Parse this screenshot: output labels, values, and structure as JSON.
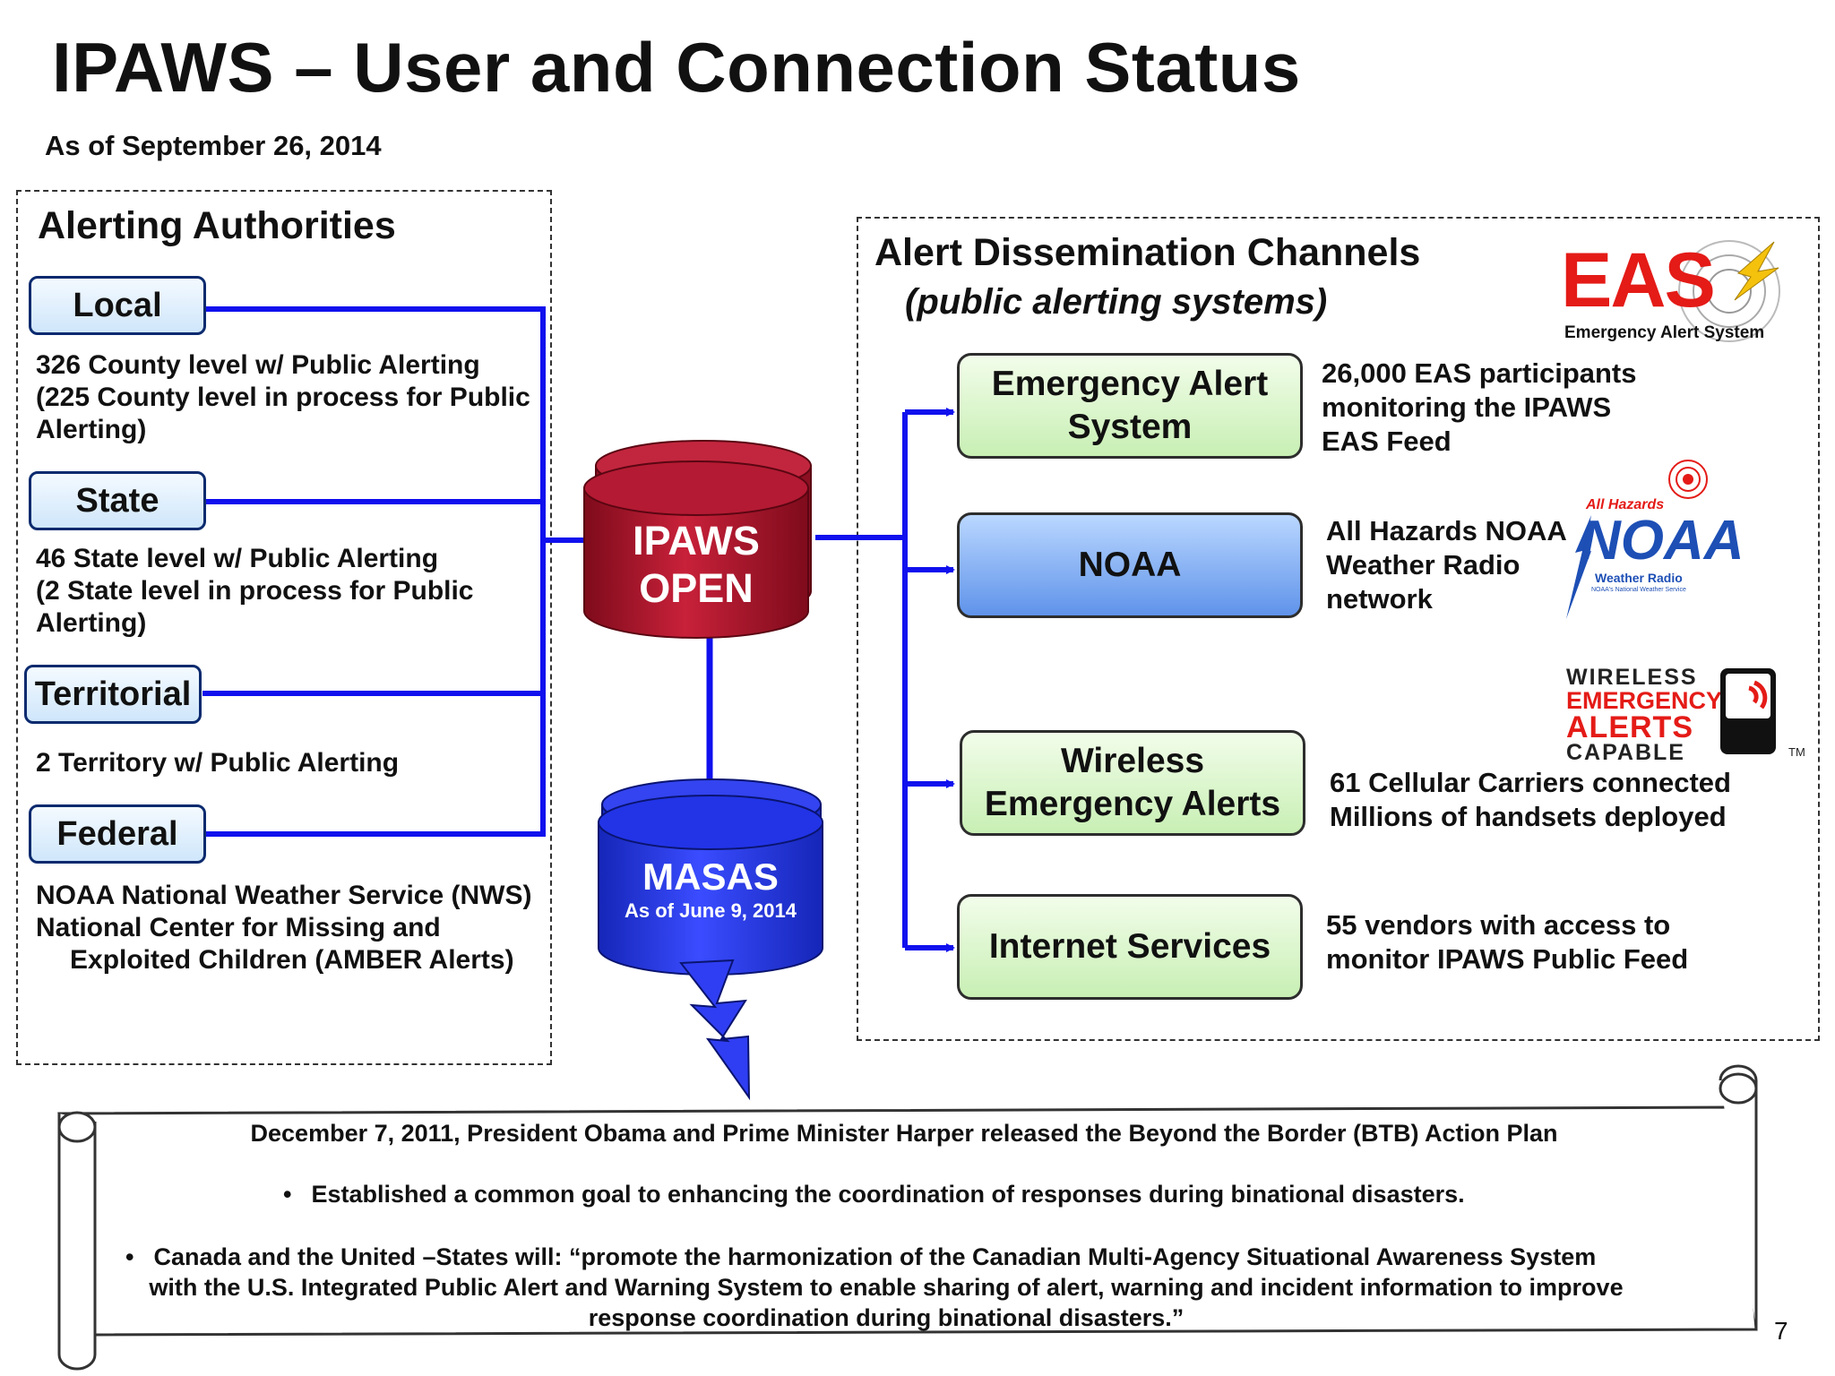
{
  "title": "IPAWS –  User and Connection Status",
  "as_of": "As of September 26, 2014",
  "alerting_authorities": {
    "heading": "Alerting Authorities",
    "items": [
      {
        "label": "Local",
        "description": [
          "326 County level w/ Public Alerting",
          "(225 County level in process for Public",
          "Alerting)"
        ]
      },
      {
        "label": "State",
        "description": [
          "46 State level w/ Public Alerting",
          "(2 State level in process for Public",
          "Alerting)"
        ]
      },
      {
        "label": "Territorial",
        "description": [
          "2 Territory w/ Public Alerting"
        ]
      },
      {
        "label": "Federal",
        "description": [
          "NOAA National Weather Service (NWS)",
          "National Center for Missing and",
          "Exploited Children (AMBER Alerts)"
        ]
      }
    ]
  },
  "hub": {
    "line1": "IPAWS",
    "line2": "OPEN"
  },
  "masas": {
    "label": "MASAS",
    "date": "As of June 9, 2014"
  },
  "channels": {
    "heading": "Alert Dissemination Channels",
    "subheading": "(public alerting systems)",
    "items": [
      {
        "label_lines": [
          "Emergency Alert",
          "System"
        ],
        "description": [
          "26,000 EAS participants",
          "monitoring the IPAWS",
          "EAS Feed"
        ]
      },
      {
        "label_lines": [
          "NOAA"
        ],
        "description": [
          "All Hazards NOAA",
          "Weather Radio",
          "network"
        ]
      },
      {
        "label_lines": [
          "Wireless",
          "Emergency Alerts"
        ],
        "description": [
          "61 Cellular Carriers connected",
          "Millions of handsets deployed"
        ]
      },
      {
        "label_lines": [
          "Internet Services"
        ],
        "description": [
          "55 vendors with access to",
          "monitor IPAWS Public Feed"
        ]
      }
    ]
  },
  "logos": {
    "eas": {
      "main": "EAS",
      "sub": "Emergency Alert System",
      "color": "#e41b17"
    },
    "noaa": {
      "top": "All Hazards",
      "main": "NOAA",
      "sub": "Weather Radio",
      "tiny": "NOAA's National Weather Service",
      "color": "#1d4fb5"
    },
    "wea": {
      "line1": "WIRELESS",
      "line2": "EMERGENCY",
      "line3": "ALERTS",
      "line4": "CAPABLE",
      "tm": "TM",
      "color": "#e41b17"
    }
  },
  "scroll": {
    "line1": "December 7, 2011, President Obama and Prime Minister Harper released the Beyond the Border (BTB) Action Plan",
    "bullet1": "Established a common goal to enhancing the coordination of responses during binational disasters.",
    "bullet2_lines": [
      "Canada and the United –States will:   “promote the harmonization of the Canadian Multi-Agency Situational Awareness System",
      "with the U.S. Integrated Public Alert and Warning System to enable sharing of alert, warning and incident information to improve",
      "response coordination during binational disasters.”"
    ],
    "bullet_char": "•"
  },
  "page_number": "7",
  "colors": {
    "connector": "#1010ee",
    "ipaws": "#b8102a",
    "masas": "#1e32e6",
    "bolt": "#2f3ef2"
  }
}
